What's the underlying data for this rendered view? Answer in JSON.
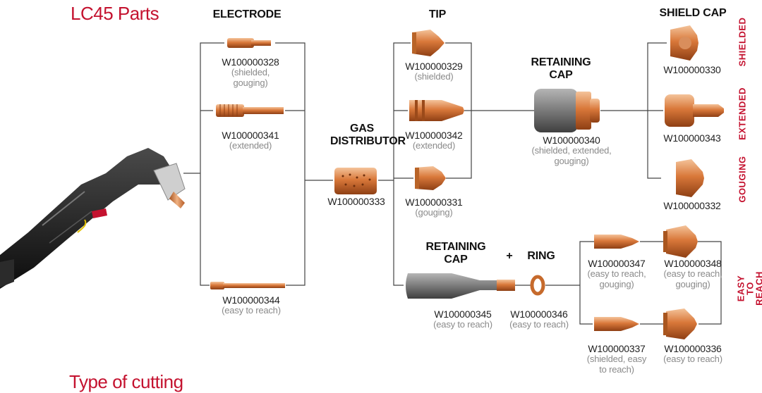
{
  "title": "LC45 Parts",
  "footer_title": "Type of cutting",
  "colors": {
    "accent": "#c4122f",
    "copper": "#d9783a",
    "gray_cap": "#7c7c7c",
    "line": "#444444"
  },
  "headings": {
    "electrode": "ELECTRODE",
    "tip": "TIP",
    "shield_cap": "SHIELD CAP",
    "gas_distributor": "GAS DISTRIBUTOR",
    "retaining_cap_top": "RETAINING CAP",
    "retaining_cap_bottom": "RETAINING CAP",
    "plus": "+",
    "ring": "RING"
  },
  "side_labels": {
    "shielded": "SHIELDED",
    "extended": "EXTENDED",
    "gouging": "GOUGING",
    "easy_to_reach": "EASY TO REACH"
  },
  "parts": {
    "e1": {
      "pn": "W100000328",
      "note": "(shielded, gouging)"
    },
    "e2": {
      "pn": "W100000341",
      "note": "(extended)"
    },
    "e3": {
      "pn": "W100000344",
      "note": "(easy to reach)"
    },
    "gd": {
      "pn": "W100000333",
      "note": ""
    },
    "t1": {
      "pn": "W100000329",
      "note": "(shielded)"
    },
    "t2": {
      "pn": "W100000342",
      "note": "(extended)"
    },
    "t3": {
      "pn": "W100000331",
      "note": "(gouging)"
    },
    "rc": {
      "pn": "W100000340",
      "note": "(shielded, extended, gouging)"
    },
    "s1": {
      "pn": "W100000330",
      "note": ""
    },
    "s2": {
      "pn": "W100000343",
      "note": ""
    },
    "s3": {
      "pn": "W100000332",
      "note": ""
    },
    "rc2": {
      "pn": "W100000345",
      "note": "(easy to reach)"
    },
    "ring": {
      "pn": "W100000346",
      "note": "(easy to reach)"
    },
    "et1": {
      "pn": "W100000347",
      "note": "(easy to reach, gouging)"
    },
    "es1": {
      "pn": "W100000348",
      "note": "(easy to reach, gouging)"
    },
    "et2": {
      "pn": "W100000337",
      "note": "(shielded, easy to reach)"
    },
    "es2": {
      "pn": "W100000336",
      "note": "(easy to reach)"
    }
  }
}
